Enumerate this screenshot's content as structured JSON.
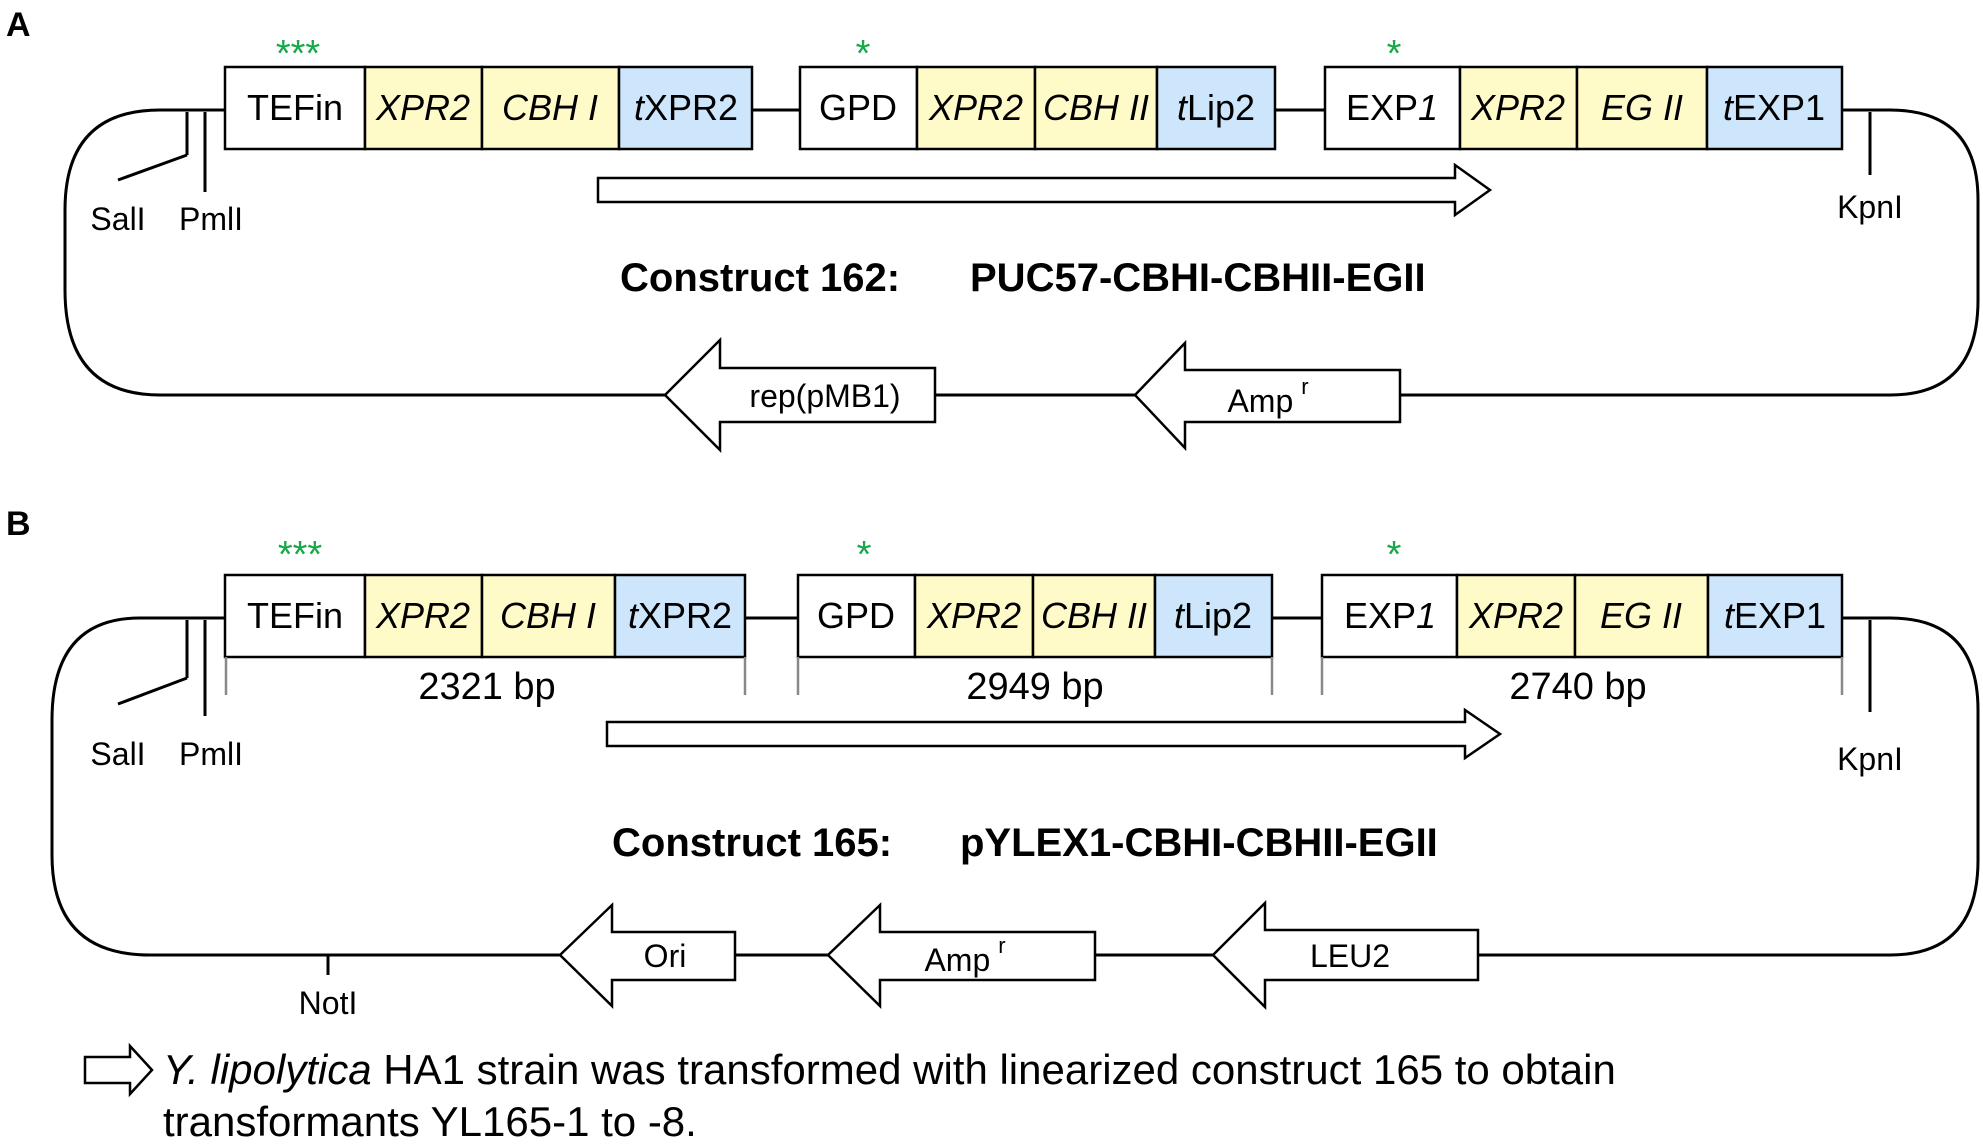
{
  "colors": {
    "promoter": "#ffffff",
    "signal": "#fffbc9",
    "terminator": "#cde6fb",
    "gene_text": "#e8141d",
    "stars": "#17a84a"
  },
  "panel_a": {
    "label": "A",
    "title": "Construct 162:",
    "title_name": "PUC57-CBHI-CBHII-EGII",
    "cassettes": [
      {
        "stars": "***",
        "promoter": "TEFin",
        "promoter_suffix": "",
        "signal": "XPR2",
        "gene": "CBH I",
        "term_prefix": "t",
        "term": "XPR2"
      },
      {
        "stars": "*",
        "promoter": "GPD",
        "promoter_suffix": "",
        "signal": "XPR2",
        "gene": "CBH II",
        "term_prefix": "t",
        "term": "Lip2"
      },
      {
        "stars": "*",
        "promoter": "EXP",
        "promoter_suffix": "1",
        "signal": "XPR2",
        "gene": "EG II",
        "term_prefix": "t",
        "term": "EXP1"
      }
    ],
    "sites": {
      "sal": "SalI",
      "pml": "PmlI",
      "kpn": "KpnI"
    },
    "backbone": [
      {
        "label": "rep(pMB1)",
        "sup": ""
      },
      {
        "label": "Amp",
        "sup": "r"
      }
    ]
  },
  "panel_b": {
    "label": "B",
    "title": "Construct 165:",
    "title_name": "pYLEX1-CBHI-CBHII-EGII",
    "cassettes": [
      {
        "stars": "***",
        "promoter": "TEFin",
        "promoter_suffix": "",
        "signal": "XPR2",
        "gene": "CBH I",
        "term_prefix": "t",
        "term": "XPR2",
        "size": "2321 bp"
      },
      {
        "stars": "*",
        "promoter": "GPD",
        "promoter_suffix": "",
        "signal": "XPR2",
        "gene": "CBH II",
        "term_prefix": "t",
        "term": "Lip2",
        "size": "2949 bp"
      },
      {
        "stars": "*",
        "promoter": "EXP",
        "promoter_suffix": "1",
        "signal": "XPR2",
        "gene": "EG II",
        "term_prefix": "t",
        "term": "EXP1",
        "size": "2740 bp"
      }
    ],
    "sites": {
      "sal": "SalI",
      "pml": "PmlI",
      "kpn": "KpnI",
      "not": "NotI"
    },
    "backbone": [
      {
        "label": "Ori",
        "sup": ""
      },
      {
        "label": "Amp",
        "sup": "r"
      },
      {
        "label": "LEU2",
        "sup": ""
      }
    ]
  },
  "caption": {
    "species": "Y. lipolytica",
    "line1_rest": " HA1 strain was transformed with linearized construct 165 to obtain",
    "line2": "transformants YL165-1 to -8."
  }
}
